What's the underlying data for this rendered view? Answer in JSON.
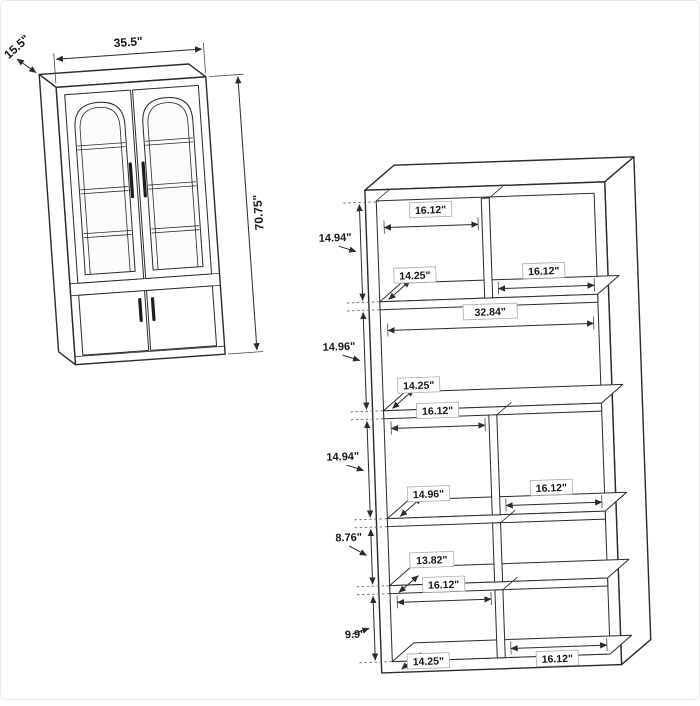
{
  "cabinet": {
    "width_label": "35.5\"",
    "depth_label": "15.5\"",
    "height_label": "70.75\""
  },
  "bookcase": {
    "row_heights": {
      "row1": "14.94\"",
      "row2": "14.96\"",
      "row3": "14.94\"",
      "row4": "8.76\"",
      "row5": "9.9\""
    },
    "compartment_widths": {
      "row1_left": "16.12\"",
      "row1_right": "16.12\"",
      "row2_full": "32.84\"",
      "row3_left": "16.12\"",
      "row3_right": "16.12\"",
      "row5_left": "16.12\"",
      "row5_right": "16.12\""
    },
    "shelf_depths": {
      "shelf1": "14.25\"",
      "shelf2": "14.25\"",
      "shelf3": "14.96\"",
      "shelf4": "13.82\"",
      "bottom": "14.25\""
    }
  },
  "colors": {
    "line": "#2b2b2b",
    "label_border": "#ababab",
    "text": "#161616",
    "background": "#ffffff"
  }
}
